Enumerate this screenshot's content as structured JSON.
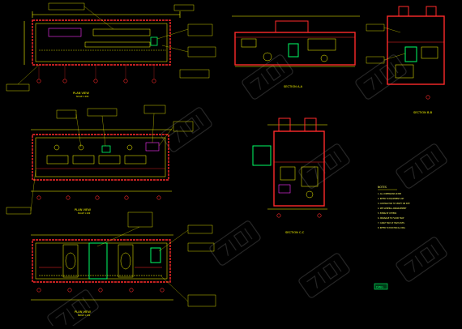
{
  "colors": {
    "background": "#000000",
    "wall": "#ff2a2a",
    "dimension": "#ffff00",
    "equipment": "#00ff66",
    "accent": "#ff33ff"
  },
  "views": {
    "plan_top": {
      "title": "PLAN VIEW",
      "scale": "SCALE 1:100"
    },
    "plan_mid": {
      "title": "PLAN VIEW",
      "scale": "SCALE 1:100"
    },
    "plan_bottom": {
      "title": "PLAN VIEW",
      "scale": "SCALE 1:100"
    },
    "section_aa": {
      "title": "SECTION A-A"
    },
    "section_bb": {
      "title": "SECTION B-B"
    },
    "section_cc": {
      "title": "SECTION C-C"
    }
  },
  "legend": {
    "title": "NOTES",
    "lines": [
      "1. ALL DIMENSIONS IN MM",
      "2. REFER TO EQUIPMENT LIST",
      "3. CONTRACTOR TO VERIFY ON SITE",
      "4. SEE GENERAL ARRANGEMENT",
      "5. PIPING BY OTHERS",
      "6. DRAINAGE TO FLOOR TRAP",
      "7. CABLE TRAY AT HIGH LEVEL",
      "8. REFER TO ELECTRICAL DWG"
    ]
  },
  "stamp": {
    "text": "DWG"
  }
}
